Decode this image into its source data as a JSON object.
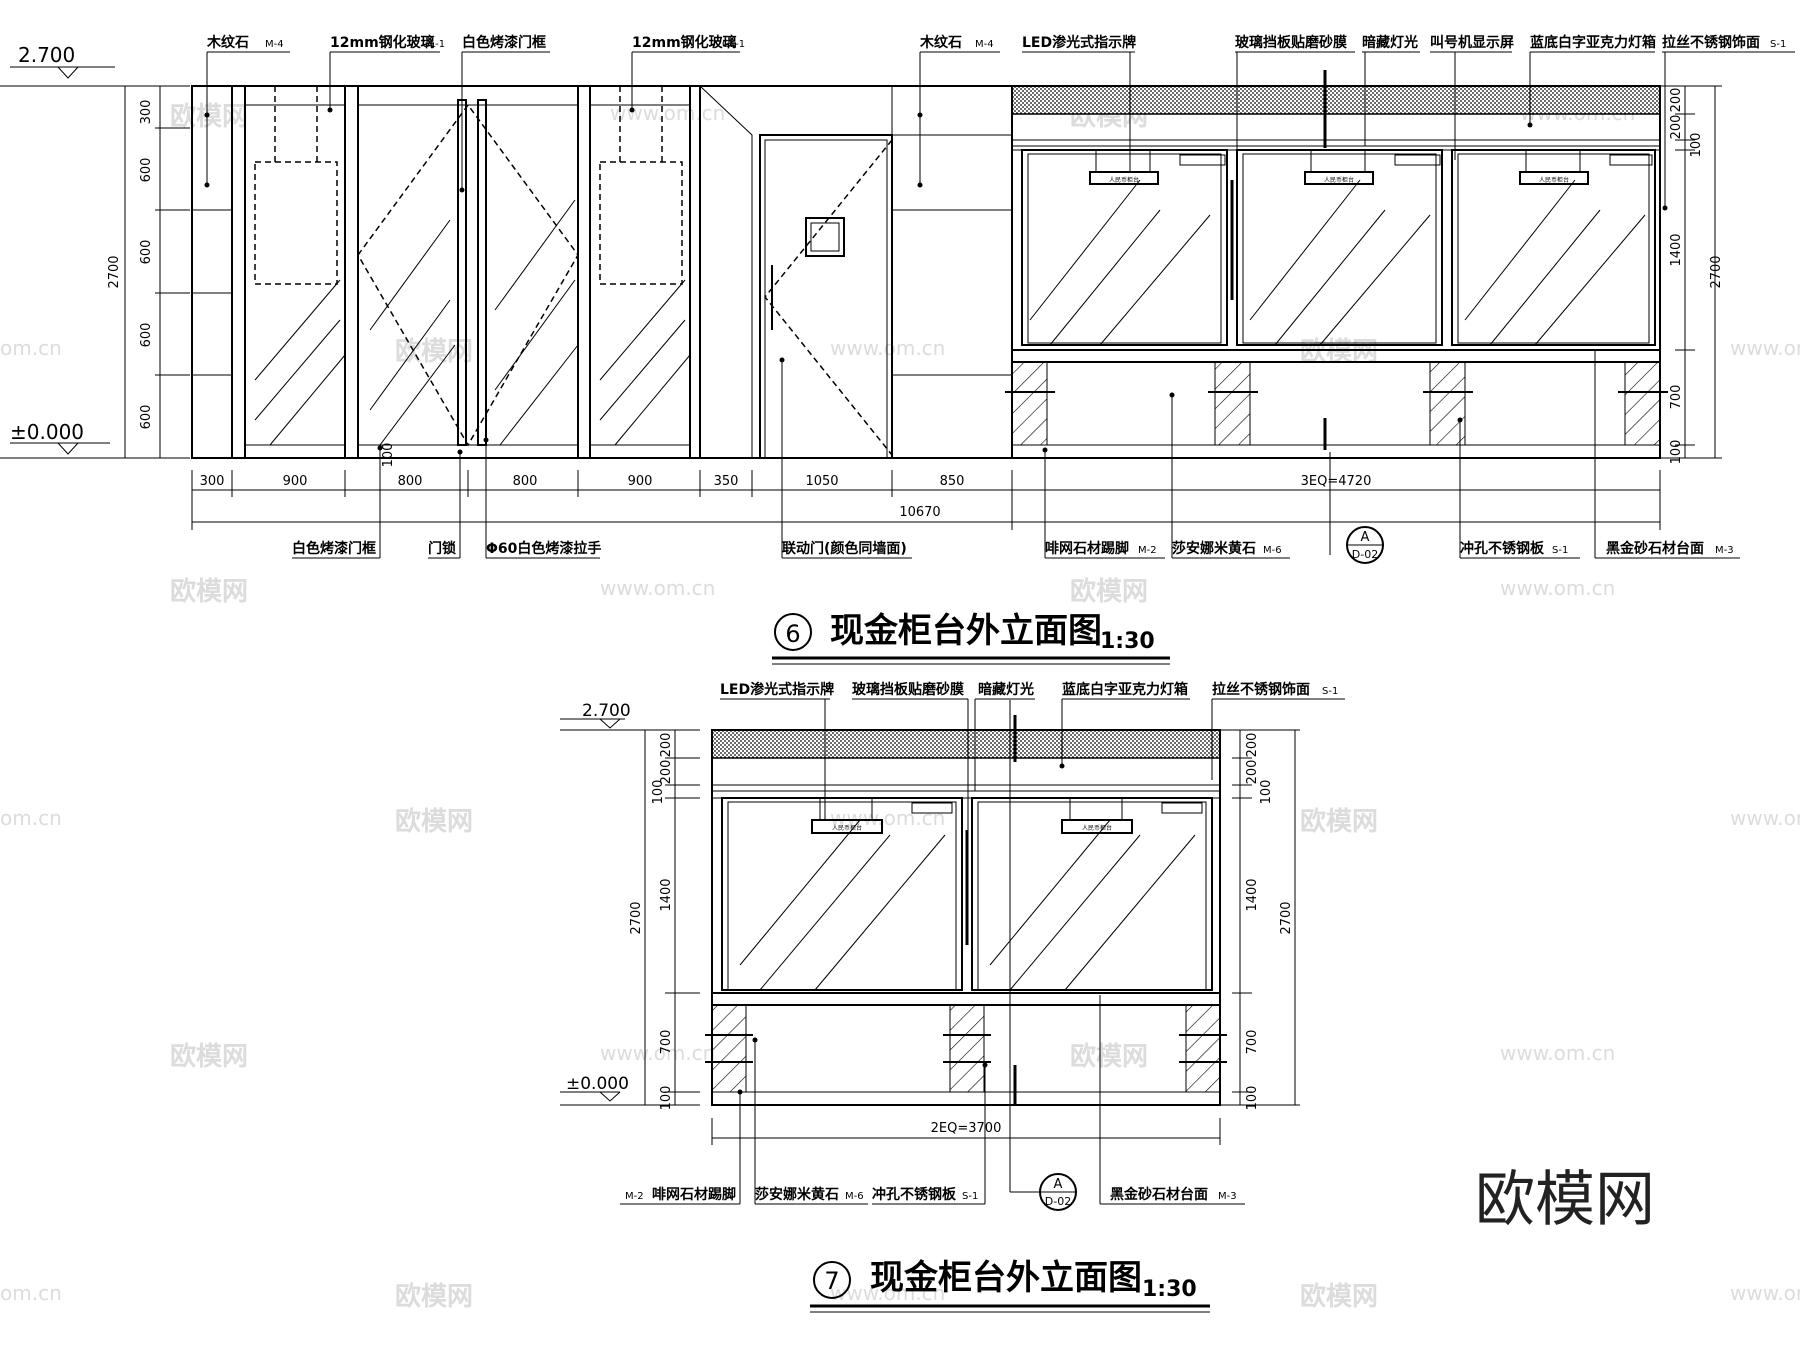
{
  "watermark": {
    "brand": "欧模网",
    "url": "www.om.cn",
    "corner_url": "om.cn"
  },
  "drawing6": {
    "number": "6",
    "title": "现金柜台外立面图",
    "scale": "1:30",
    "level_top": "2.700",
    "level_zero": "±0.000",
    "left_dims": [
      "300",
      "600",
      "600",
      "600",
      "600"
    ],
    "left_total": "2700",
    "right_dims": [
      "200",
      "200",
      "100",
      "1400",
      "700",
      "100"
    ],
    "right_total": "2700",
    "bottom_dims": [
      "300",
      "900",
      "800",
      "800",
      "900",
      "350",
      "1050",
      "850",
      "3EQ=4720"
    ],
    "bottom_sill": "100",
    "bottom_total": "10670",
    "top_labels": [
      {
        "text": "木纹石",
        "tag": "M-4"
      },
      {
        "text": "12mm钢化玻璃",
        "tag": "GL-1"
      },
      {
        "text": "白色烤漆门框",
        "tag": ""
      },
      {
        "text": "12mm钢化玻璃",
        "tag": "GL-1"
      },
      {
        "text": "木纹石",
        "tag": "M-4"
      },
      {
        "text": "LED渗光式指示牌",
        "tag": ""
      },
      {
        "text": "玻璃挡板贴磨砂膜",
        "tag": ""
      },
      {
        "text": "暗藏灯光",
        "tag": ""
      },
      {
        "text": "叫号机显示屏",
        "tag": ""
      },
      {
        "text": "蓝底白字亚克力灯箱",
        "tag": ""
      },
      {
        "text": "拉丝不锈钢饰面",
        "tag": "S-1"
      }
    ],
    "bottom_labels": [
      {
        "text": "白色烤漆门框",
        "tag": ""
      },
      {
        "text": "门锁",
        "tag": ""
      },
      {
        "text": "Φ60白色烤漆拉手",
        "tag": ""
      },
      {
        "text": "联动门(颜色同墙面)",
        "tag": ""
      },
      {
        "text": "啡网石材踢脚",
        "tag": "M-2"
      },
      {
        "text": "莎安娜米黄石",
        "tag": "M-6"
      },
      {
        "text": "冲孔不锈钢板",
        "tag": "S-1"
      },
      {
        "text": "黑金砂石材台面",
        "tag": "M-3"
      }
    ],
    "section_mark": {
      "top": "A",
      "bottom": "D-02"
    },
    "counter_sign": "人民币柜台"
  },
  "drawing7": {
    "number": "7",
    "title": "现金柜台外立面图",
    "scale": "1:30",
    "level_top": "2.700",
    "level_zero": "±0.000",
    "left_dims": [
      "200",
      "200",
      "100",
      "1400",
      "700",
      "100"
    ],
    "left_total": "2700",
    "right_dims": [
      "200",
      "200",
      "100",
      "1400",
      "700",
      "100"
    ],
    "right_total": "2700",
    "bottom_dim": "2EQ=3700",
    "top_labels": [
      {
        "text": "LED渗光式指示牌",
        "tag": ""
      },
      {
        "text": "玻璃挡板贴磨砂膜",
        "tag": ""
      },
      {
        "text": "暗藏灯光",
        "tag": ""
      },
      {
        "text": "蓝底白字亚克力灯箱",
        "tag": ""
      },
      {
        "text": "拉丝不锈钢饰面",
        "tag": "S-1"
      }
    ],
    "bottom_labels": [
      {
        "text": "啡网石材踢脚",
        "tag": "M-2"
      },
      {
        "text": "莎安娜米黄石",
        "tag": "M-6"
      },
      {
        "text": "冲孔不锈钢板",
        "tag": "S-1"
      },
      {
        "text": "黑金砂石材台面",
        "tag": "M-3"
      }
    ],
    "section_mark": {
      "top": "A",
      "bottom": "D-02"
    },
    "counter_sign": "人民币柜台"
  }
}
